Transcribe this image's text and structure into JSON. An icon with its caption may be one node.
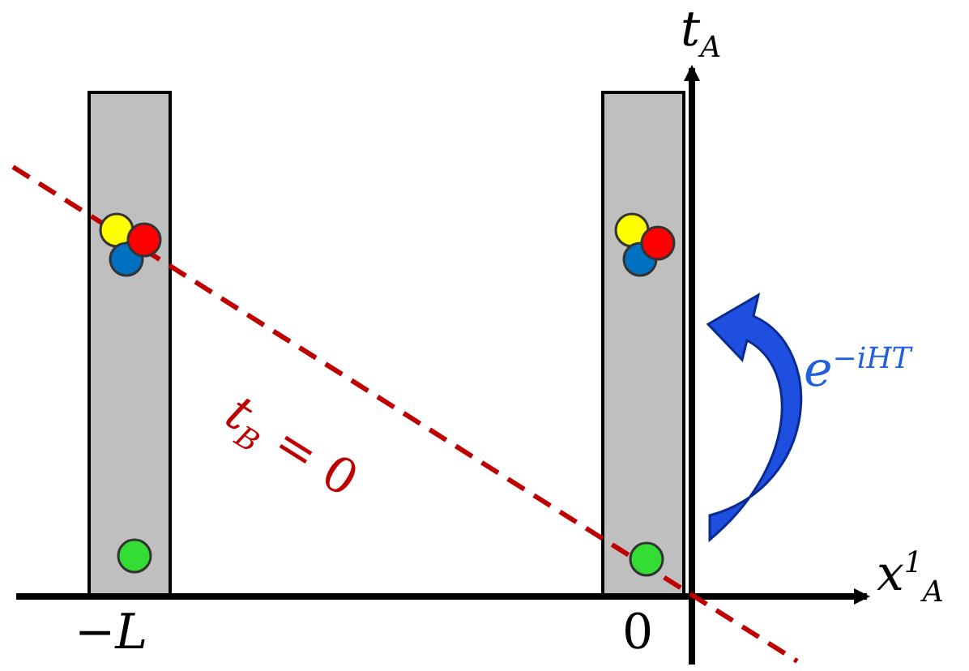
{
  "diagram": {
    "labels": [
      "*t*$_{A}$",
      "*x*$^{1}$$_{A}$",
      "−*L*",
      "0",
      "*t*$_{B}$ = 0",
      "*e*$^{−iHT}$"
    ]
  }
}
